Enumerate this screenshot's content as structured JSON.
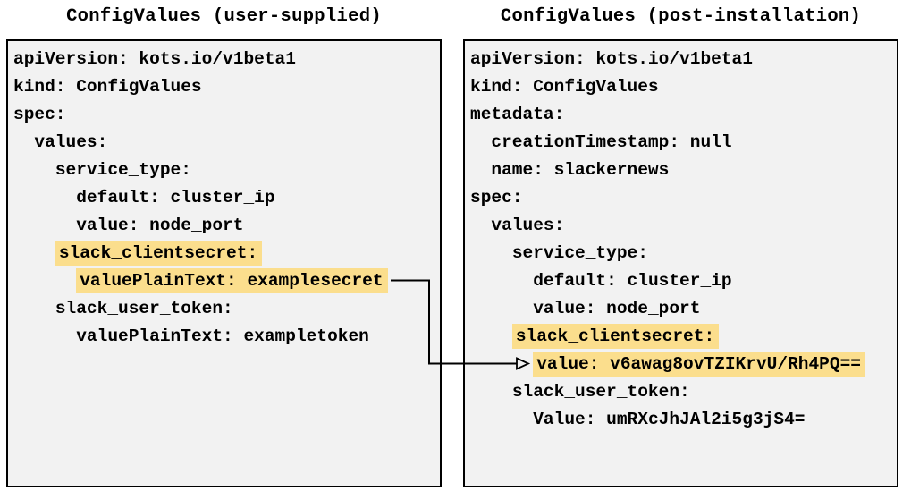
{
  "diagram": {
    "left_panel": {
      "title": "ConfigValues (user-supplied)",
      "lines": [
        {
          "indent": 0,
          "text": "apiVersion: kots.io/v1beta1",
          "highlight": false
        },
        {
          "indent": 0,
          "text": "kind: ConfigValues",
          "highlight": false
        },
        {
          "indent": 0,
          "text": "spec:",
          "highlight": false
        },
        {
          "indent": 2,
          "text": "values:",
          "highlight": false
        },
        {
          "indent": 4,
          "text": "service_type:",
          "highlight": false
        },
        {
          "indent": 6,
          "text": "default: cluster_ip",
          "highlight": false
        },
        {
          "indent": 6,
          "text": "value: node_port",
          "highlight": false
        },
        {
          "indent": 4,
          "text": "slack_clientsecret:",
          "highlight": true
        },
        {
          "indent": 6,
          "text": "valuePlainText: examplesecret",
          "highlight": true
        },
        {
          "indent": 4,
          "text": "slack_user_token:",
          "highlight": false
        },
        {
          "indent": 6,
          "text": "valuePlainText: exampletoken",
          "highlight": false
        }
      ]
    },
    "right_panel": {
      "title": "ConfigValues (post-installation)",
      "lines": [
        {
          "indent": 0,
          "text": "apiVersion: kots.io/v1beta1",
          "highlight": false
        },
        {
          "indent": 0,
          "text": "kind: ConfigValues",
          "highlight": false
        },
        {
          "indent": 0,
          "text": "metadata:",
          "highlight": false
        },
        {
          "indent": 2,
          "text": "creationTimestamp: null",
          "highlight": false
        },
        {
          "indent": 2,
          "text": "name: slackernews",
          "highlight": false
        },
        {
          "indent": 0,
          "text": "spec:",
          "highlight": false
        },
        {
          "indent": 2,
          "text": "values:",
          "highlight": false
        },
        {
          "indent": 4,
          "text": "service_type:",
          "highlight": false
        },
        {
          "indent": 6,
          "text": "default: cluster_ip",
          "highlight": false
        },
        {
          "indent": 6,
          "text": "value: node_port",
          "highlight": false
        },
        {
          "indent": 4,
          "text": "slack_clientsecret:",
          "highlight": true
        },
        {
          "indent": 6,
          "text": "value: v6awag8ovTZIKrvU/Rh4PQ==",
          "highlight": true
        },
        {
          "indent": 4,
          "text": "slack_user_token:",
          "highlight": false
        },
        {
          "indent": 6,
          "text": "Value: umRXcJhJAl2i5g3jS4=",
          "highlight": false
        }
      ]
    },
    "arrow": {
      "from": "valuePlainText: examplesecret",
      "to": "value: v6awag8ovTZIKrvU/Rh4PQ=="
    }
  },
  "colors": {
    "highlight": "#FBDE8D",
    "panel_bg": "#F2F2F2",
    "panel_border": "#000000"
  }
}
